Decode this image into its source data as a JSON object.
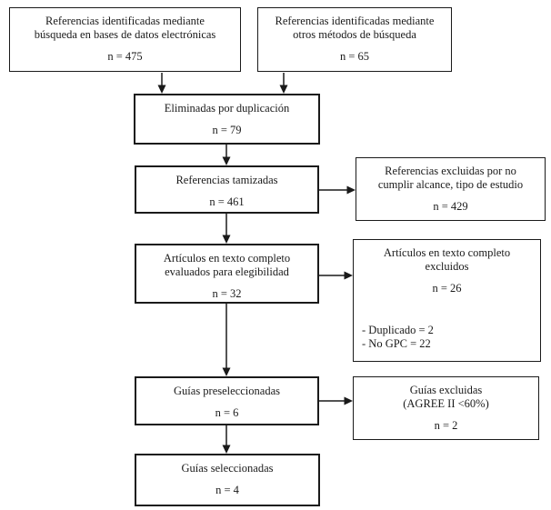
{
  "diagram": {
    "type": "flowchart",
    "language": "es",
    "boxes": {
      "identified_databases": {
        "label": [
          "Referencias identificadas mediante",
          "búsqueda en bases de datos electrónicas"
        ],
        "n": "n = 475"
      },
      "identified_other_methods": {
        "label": [
          "Referencias identificadas mediante",
          "otros métodos de búsqueda"
        ],
        "n": "n = 65"
      },
      "duplicates_removed": {
        "label": "Eliminadas por duplicación",
        "n": "n = 79"
      },
      "references_screened": {
        "label": "Referencias tamizadas",
        "n": "n = 461"
      },
      "references_excluded": {
        "label": [
          "Referencias excluidas por no",
          "cumplir alcance, tipo de estudio"
        ],
        "n": "n = 429"
      },
      "fulltext_assessed": {
        "label": [
          "Artículos en texto completo",
          "evaluados para elegibilidad"
        ],
        "n": "n = 32"
      },
      "fulltext_excluded": {
        "label": [
          "Artículos en texto completo",
          "excluidos"
        ],
        "n": "n = 26",
        "reasons": [
          "- Duplicado = 2",
          "- No GPC = 22"
        ]
      },
      "guidelines_preselected": {
        "label": "Guías preseleccionadas",
        "n": "n = 6"
      },
      "guidelines_excluded": {
        "label": [
          "Guías excluidas",
          "(AGREE II <60%)"
        ],
        "n": "n = 2"
      },
      "guidelines_selected": {
        "label": "Guías seleccionadas",
        "n": "n = 4"
      }
    },
    "line_color": "#1a1a1a"
  }
}
